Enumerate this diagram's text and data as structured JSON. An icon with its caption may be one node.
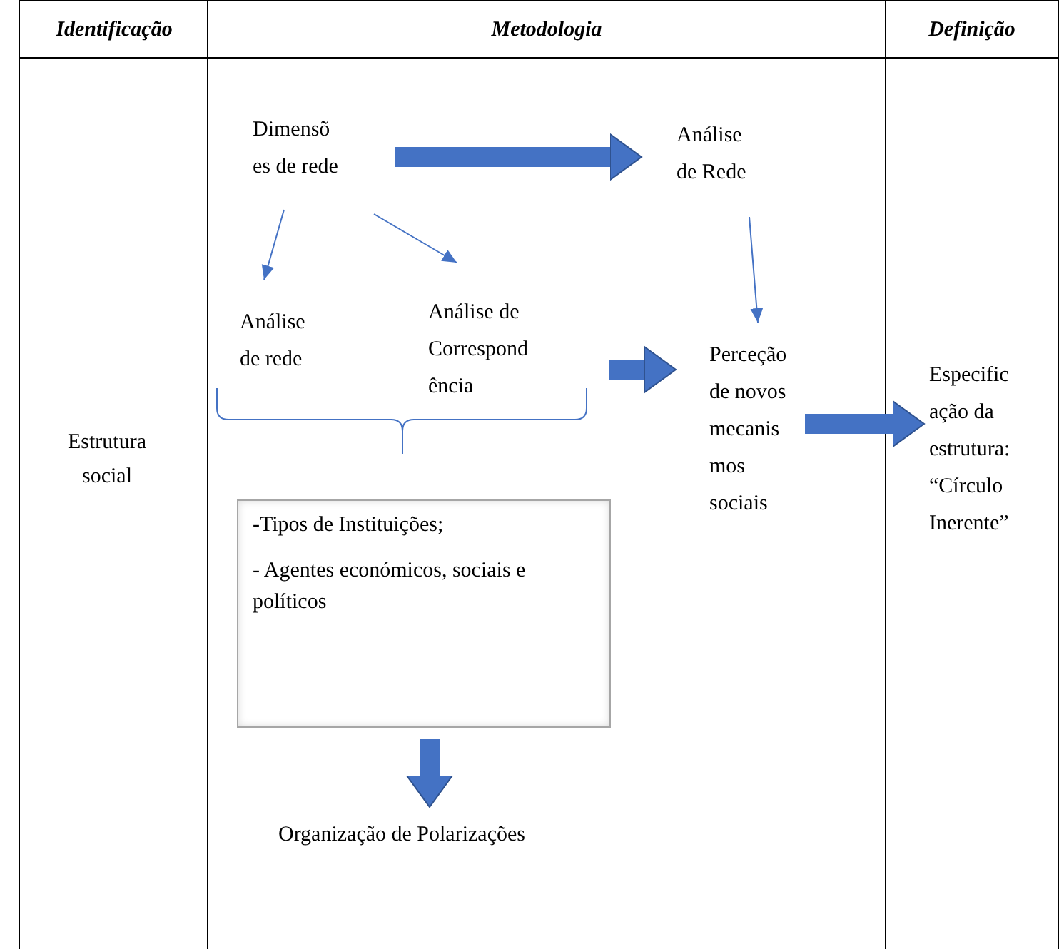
{
  "diagram": {
    "nodes": [
      {
        "text": [
          "Dimensõ es de rede"
        ]
      },
      {
        "text": [
          "Análise de Rede"
        ]
      },
      {
        "text": [
          "Análise de rede"
        ]
      },
      {
        "text": [
          "Análise de Correspond ência"
        ]
      },
      {
        "text": [
          "Perceção de novos mecanis mos sociais"
        ]
      },
      {
        "text": [
          "-Tipos de Instituições;",
          "- Agentes económicos, sociais e políticos"
        ]
      },
      {
        "text": [
          "Organização de Polarizações"
        ]
      },
      {
        "text": [
          "Especific ação da estrutura: “Círculo Inerente”"
        ]
      }
    ],
    "edges": [
      {
        "from": 0,
        "to": 1,
        "arrow": "to"
      },
      {
        "from": 0,
        "to": 2,
        "arrow": "to"
      },
      {
        "from": 0,
        "to": 3,
        "arrow": "to"
      },
      {
        "from": 1,
        "to": 4,
        "arrow": "to"
      },
      {
        "from": 3,
        "to": 4,
        "arrow": "to"
      },
      {
        "from": 4,
        "to": 7,
        "arrow": "to"
      },
      {
        "from": 5,
        "to": 6,
        "arrow": "to"
      }
    ],
    "labels": [
      "Identificação",
      "Metodologia",
      "Definição",
      "Estrutura social"
    ]
  }
}
